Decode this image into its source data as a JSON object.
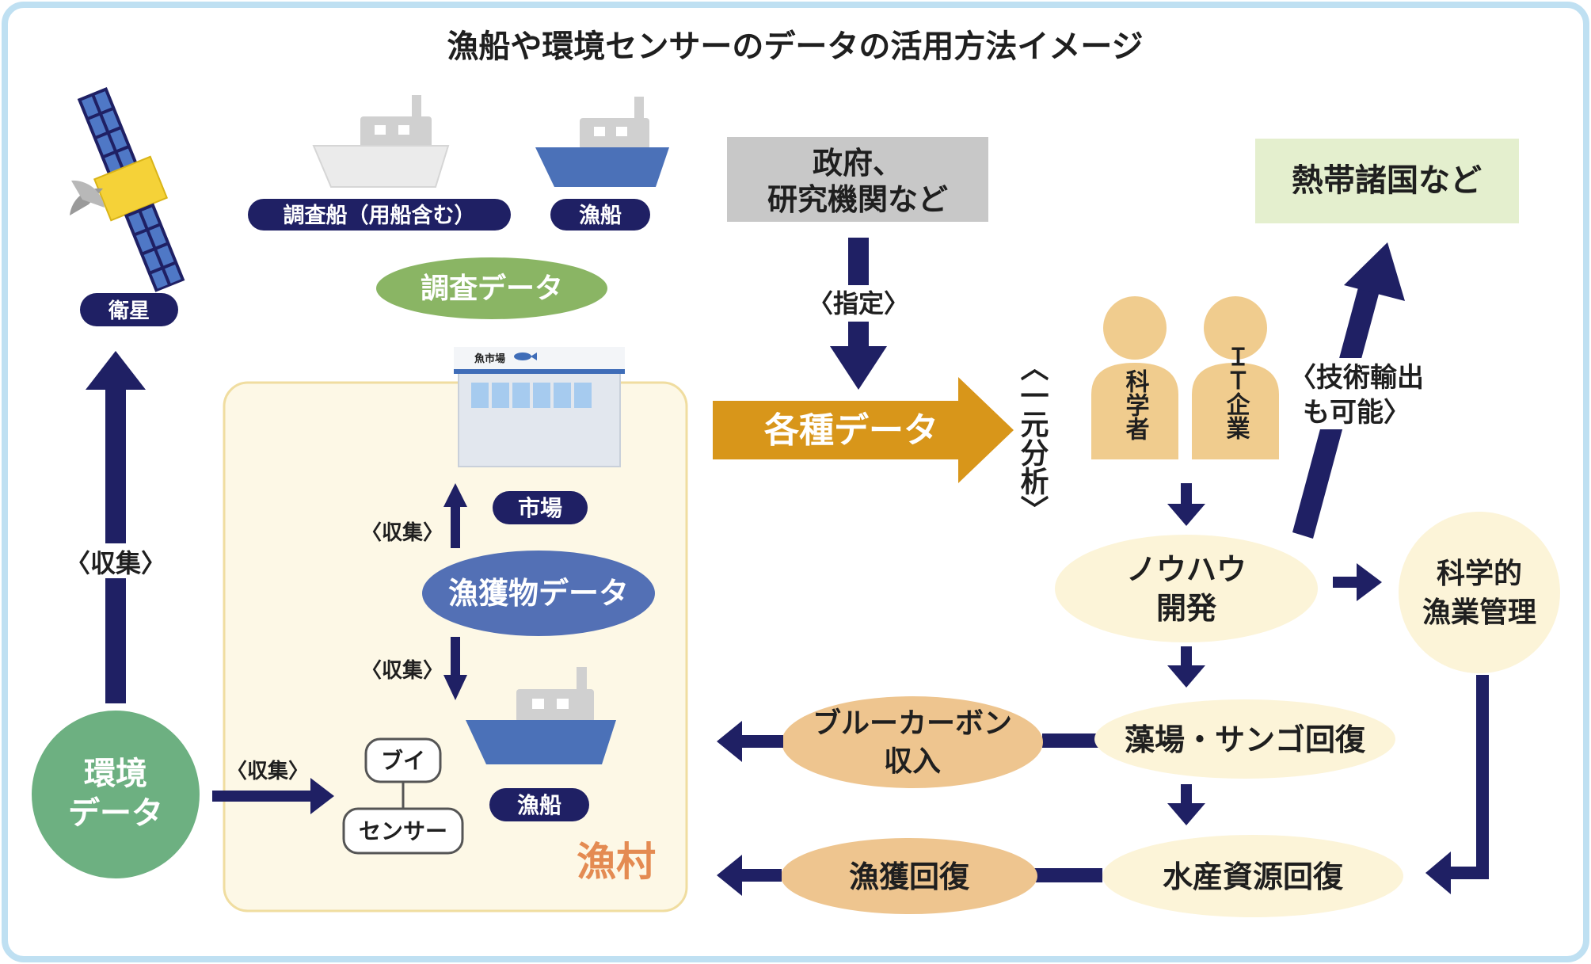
{
  "title": "漁船や環境センサーのデータの活用方法イメージ",
  "labels": {
    "satellite": "衛星",
    "survey_ship": "調査船（用船含む）",
    "fishing_boat_top": "漁船",
    "survey_data": "調査データ",
    "market_sign": "魚市場",
    "market": "市場",
    "catch_data": "漁獲物データ",
    "fishing_boat_village": "漁船",
    "buoy": "ブイ",
    "sensor": "センサー",
    "village": "漁村",
    "env_data_l1": "環境",
    "env_data_l2": "データ",
    "collect_sat": "〈収集〉",
    "collect_market": "〈収集〉",
    "collect_boat": "〈収集〉",
    "collect_env": "〈収集〉",
    "gov_l1": "政府、",
    "gov_l2": "研究機関など",
    "designate": "〈指定〉",
    "various_data": "各種データ",
    "unified_analysis": "〈一元分析〉",
    "scientist": "科学者",
    "it_company": "ＩＴ企業",
    "tropical": "熱帯諸国など",
    "export_l1": "〈技術輸出",
    "export_l2": "も可能〉",
    "knowhow_l1": "ノウハウ",
    "knowhow_l2": "開発",
    "scientific_l1": "科学的",
    "scientific_l2": "漁業管理",
    "seagrass": "藻場・サンゴ回復",
    "blue_carbon_l1": "ブルーカーボン",
    "blue_carbon_l2": "収入",
    "resource": "水産資源回復",
    "catch_recovery": "漁獲回復"
  },
  "colors": {
    "navy": "#1f2064",
    "orange": "#d8961a",
    "green": "#6db081",
    "olive": "#8ab564",
    "catch_blue": "#5370b5",
    "boat_blue": "#4b71b8",
    "village_bg": "#fdf8e6",
    "pale_yellow": "#fcf4d8",
    "peach": "#eec58f",
    "person": "#f0cc8e",
    "gray_box": "#c8c8c8",
    "green_box": "#e4efce"
  }
}
